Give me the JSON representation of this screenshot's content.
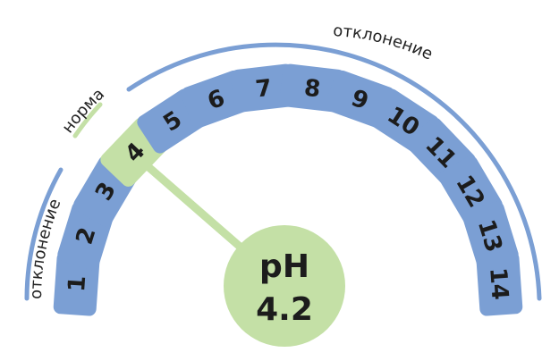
{
  "scale": {
    "numbers": [
      "1",
      "2",
      "3",
      "4",
      "5",
      "6",
      "7",
      "8",
      "9",
      "10",
      "11",
      "12",
      "13",
      "14"
    ],
    "active_value": "4",
    "colors": {
      "tile": "#7b9fd4",
      "active_tile": "#c4e0a6",
      "arc_blue": "#7b9fd4",
      "arc_green": "#c4e0a6",
      "text": "#1c1c1c"
    }
  },
  "labels": {
    "deviation_left": "отклонение",
    "norm": "норма",
    "deviation_right": "отклонение"
  },
  "indicator": {
    "line1": "pH",
    "line2": "4.2"
  }
}
